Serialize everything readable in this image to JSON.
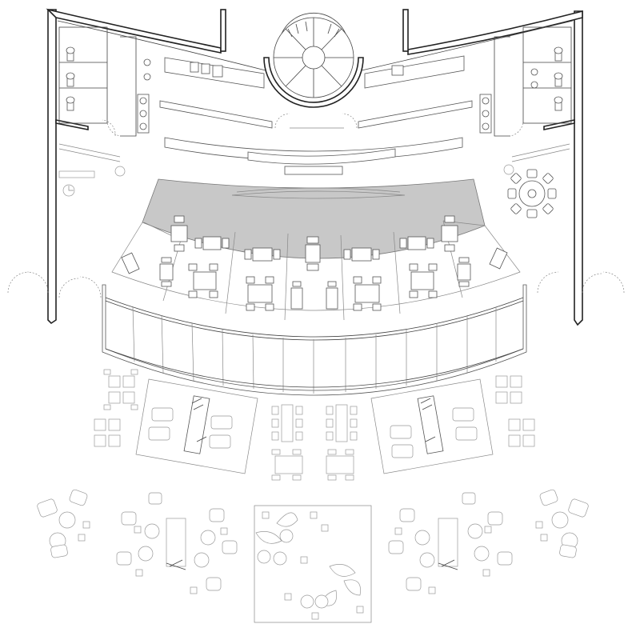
{
  "plan": {
    "colors": {
      "wall": "#222222",
      "furniture": "#555555",
      "shaded_zone": "#c8c8c8",
      "background": "#ffffff"
    },
    "counts": {
      "toilets_per_block": 3,
      "round_table_chairs": 8,
      "dining_table_rows": 2
    }
  }
}
